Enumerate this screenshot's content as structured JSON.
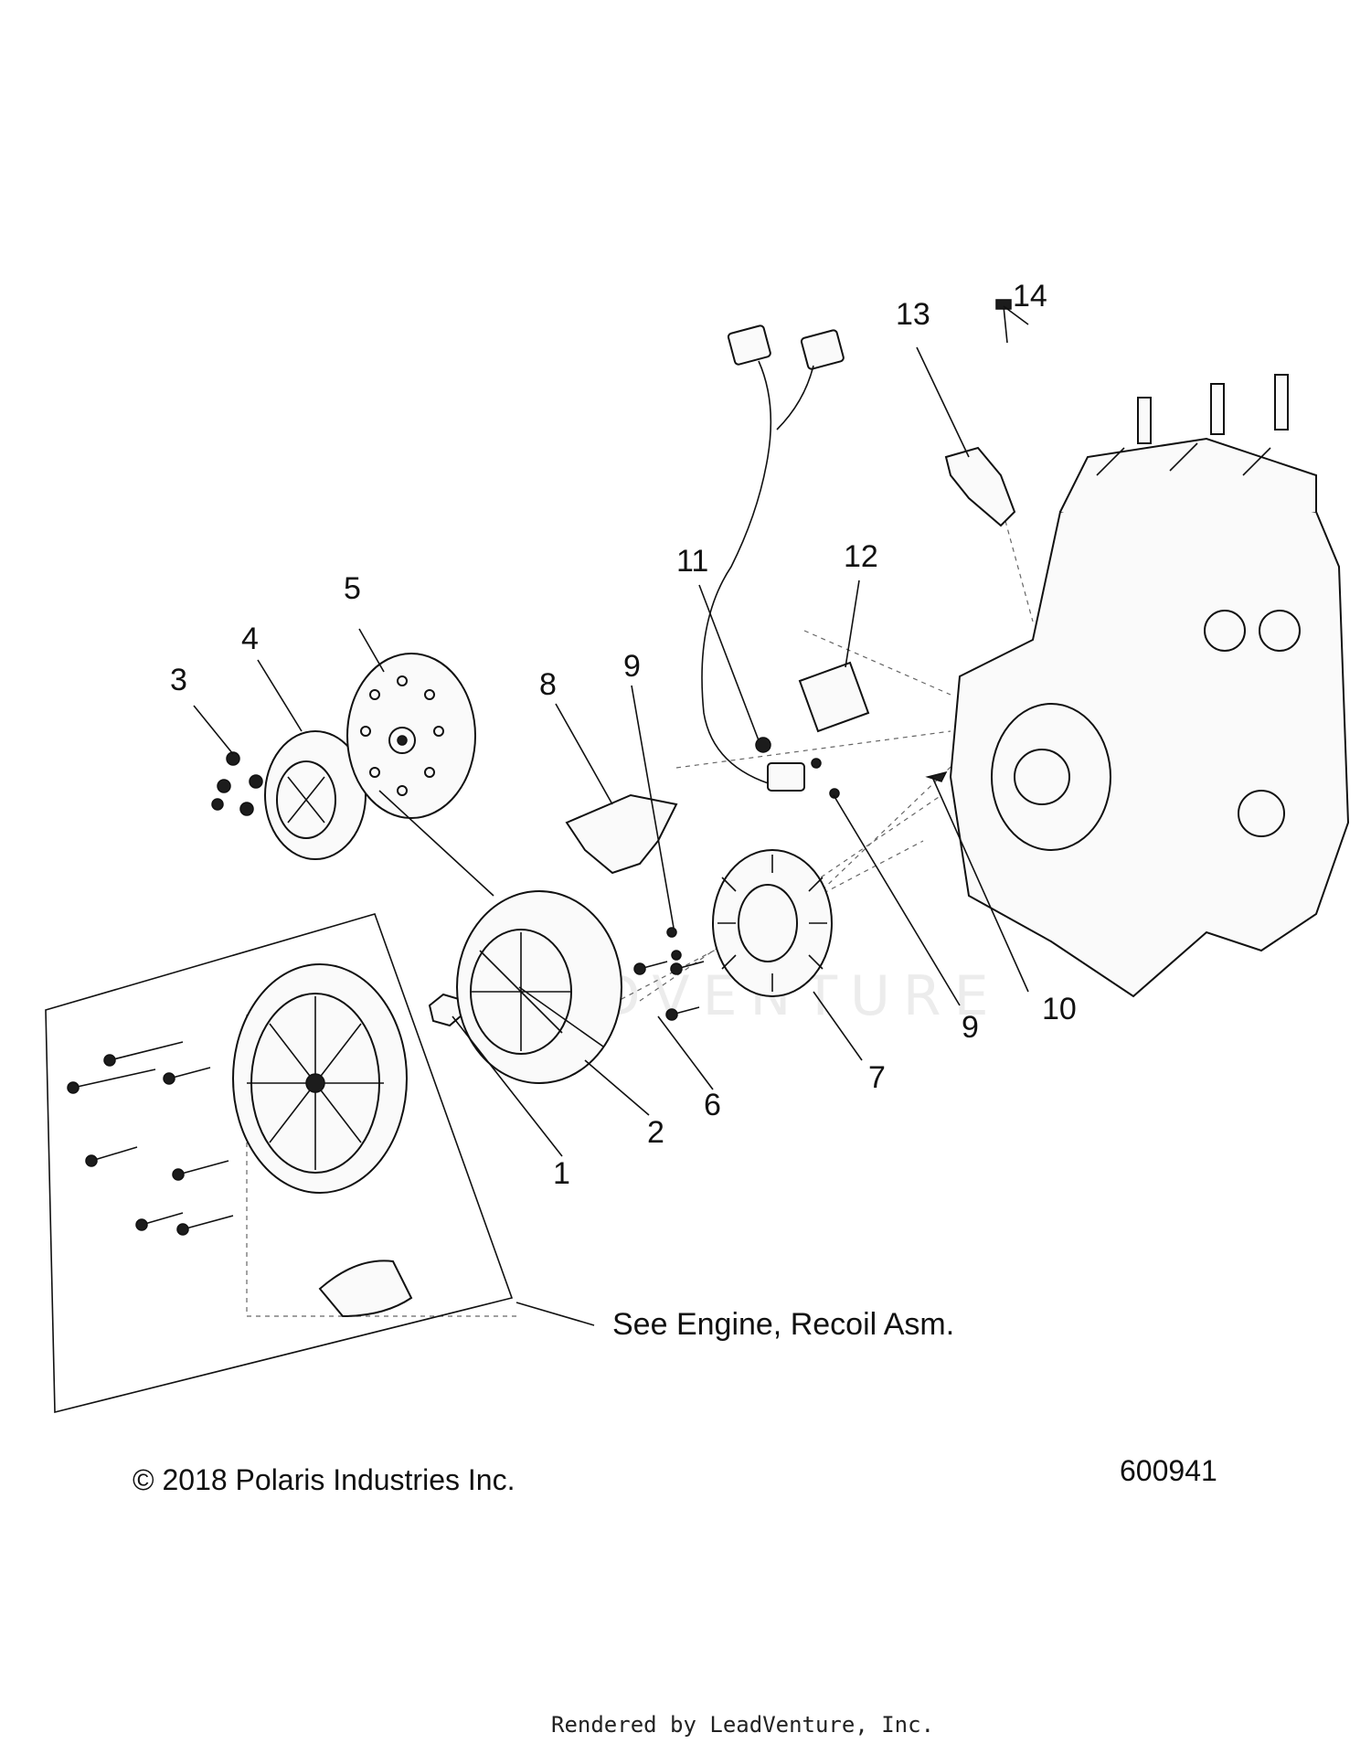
{
  "callouts": [
    "1",
    "2",
    "3",
    "4",
    "5",
    "6",
    "7",
    "8",
    "9",
    "9",
    "10",
    "11",
    "12",
    "13",
    "14"
  ],
  "note": "See Engine, Recoil Asm.",
  "copyright": "© 2018 Polaris Industries Inc.",
  "diagram_number": "600941",
  "render_credit": "Rendered by LeadVenture, Inc.",
  "watermark": "LEADVENTURE"
}
